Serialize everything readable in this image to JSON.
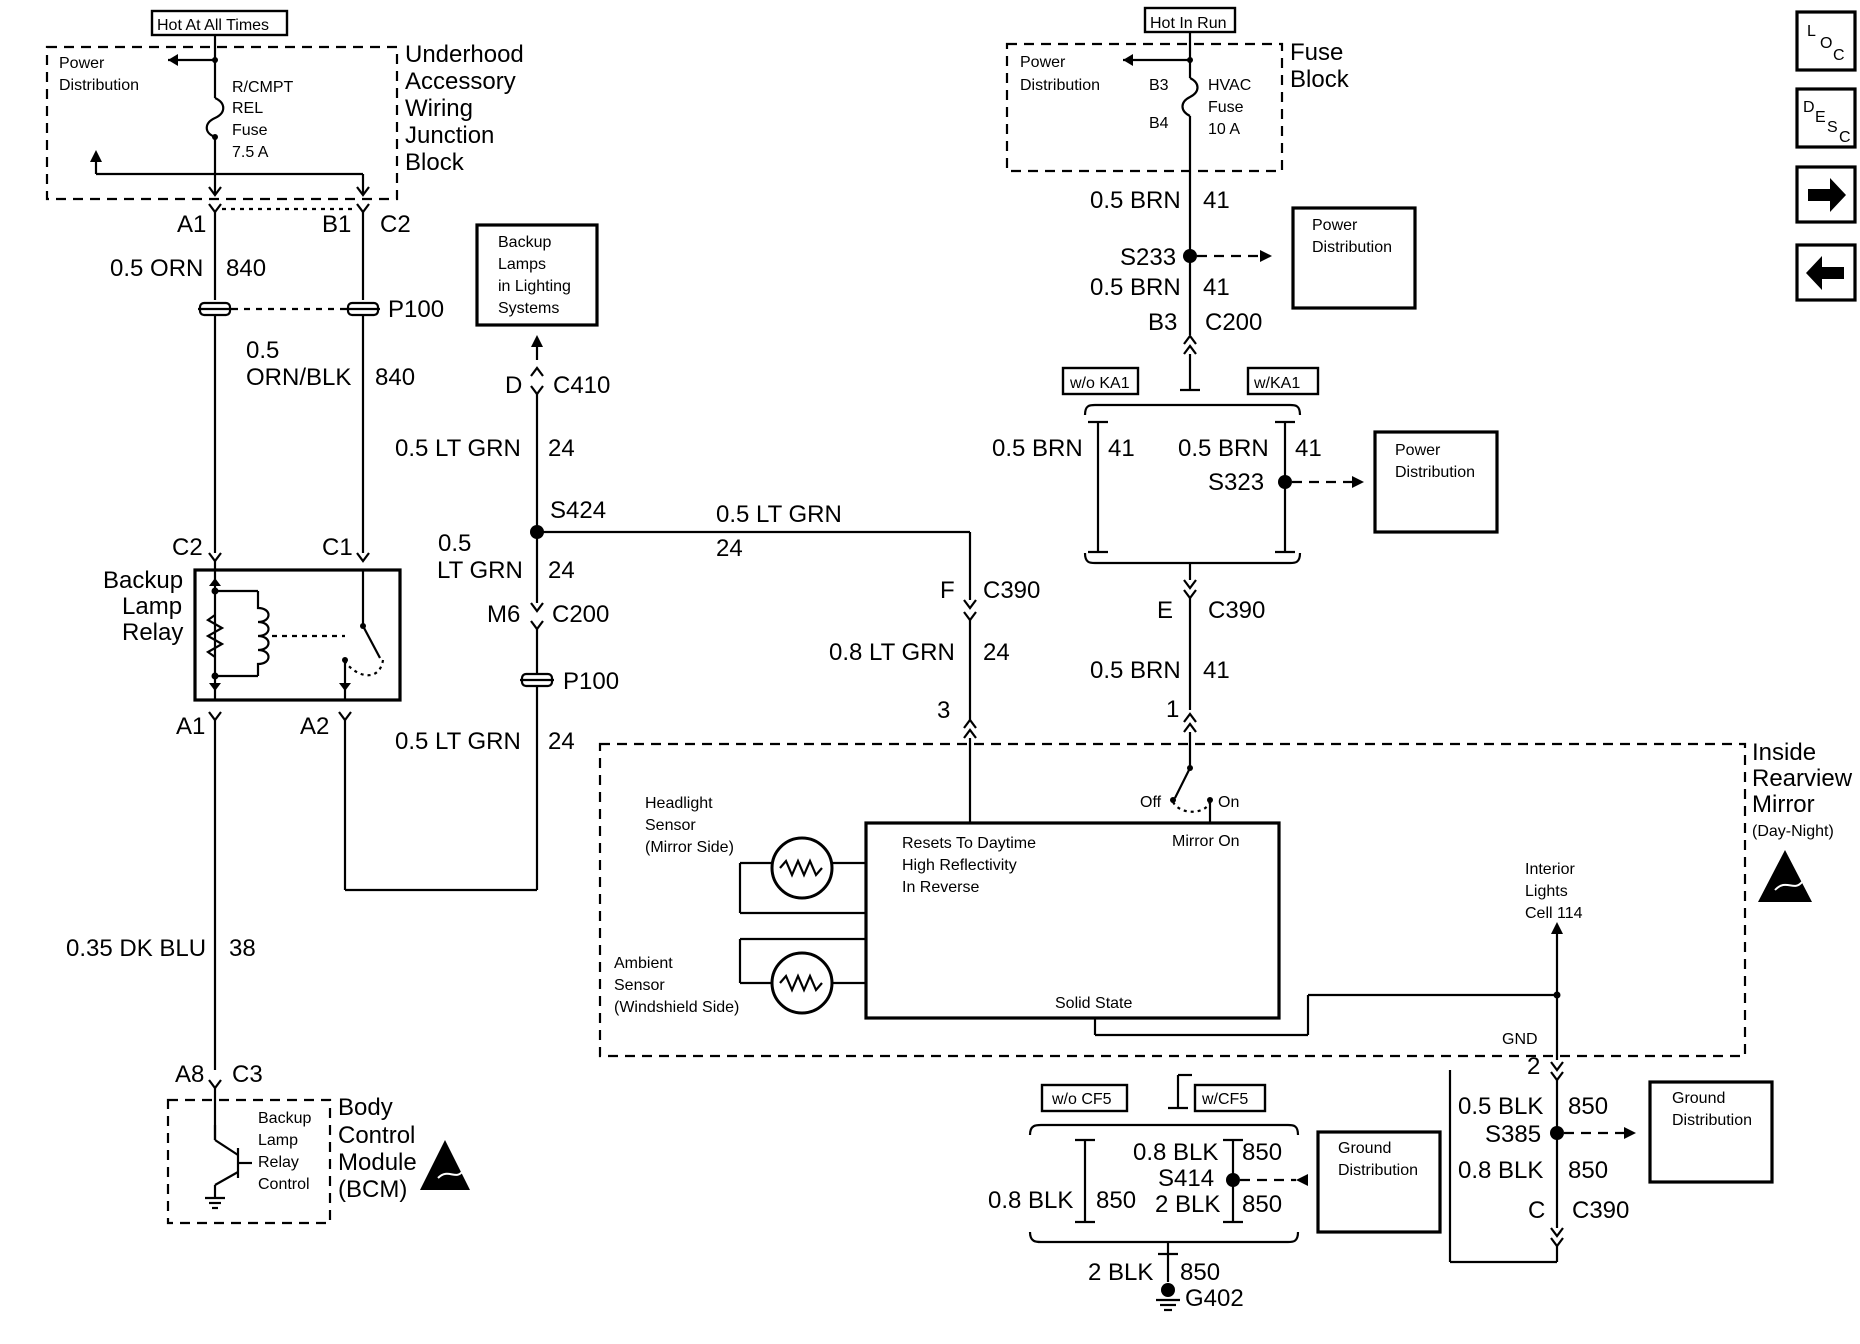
{
  "header": {
    "hot_at_all_times": "Hot At All Times",
    "hot_in_run": "Hot In Run"
  },
  "nav": {
    "loc_l": "L",
    "loc_o": "O",
    "loc_c": "C",
    "desc_d": "D",
    "desc_e": "E",
    "desc_s": "S",
    "desc_c": "C",
    "next_icon": "arrow-right-icon",
    "prev_icon": "arrow-left-icon"
  },
  "underhood": {
    "title_lines": [
      "Underhood",
      "Accessory",
      "Wiring",
      "Junction",
      "Block"
    ],
    "power_distribution": [
      "Power",
      "Distribution"
    ],
    "fuse_lines": [
      "R/CMPT",
      "REL",
      "Fuse",
      "7.5 A"
    ],
    "a1": "A1",
    "b1": "B1",
    "c2": "C2"
  },
  "left_circuit": {
    "orn": "0.5 ORN",
    "orn_num": "840",
    "p100": "P100",
    "orn_blk_1": "0.5",
    "orn_blk_2": "ORN/BLK",
    "orn_blk_num": "840",
    "relay_c2": "C2",
    "relay_c1": "C1",
    "relay_title": [
      "Backup",
      "Lamp",
      "Relay"
    ],
    "relay_a1": "A1",
    "relay_a2": "A2",
    "dk_blu": "0.35 DK BLU",
    "dk_blu_num": "38",
    "a8": "A8",
    "c3": "C3"
  },
  "bcm": {
    "inner_lines": [
      "Backup",
      "Lamp",
      "Relay",
      "Control"
    ],
    "title_lines": [
      "Body",
      "Control",
      "Module",
      "(BCM)"
    ]
  },
  "backup_lamps": {
    "box_lines": [
      "Backup",
      "Lamps",
      "in Lighting",
      "Systems"
    ],
    "d": "D",
    "c410": "C410",
    "lt_grn_1": "0.5 LT GRN",
    "lt_grn_1_num": "24",
    "s424": "S424",
    "lt_grn_2a": "0.5",
    "lt_grn_2b": "LT GRN",
    "lt_grn_2_num": "24",
    "m6": "M6",
    "c200": "C200",
    "p100": "P100",
    "lt_grn_3": "0.5 LT GRN",
    "lt_grn_3_num": "24",
    "lt_grn_h": "0.5 LT GRN",
    "lt_grn_h_num": "24",
    "f": "F",
    "c390": "C390",
    "lt_grn_08": "0.8 LT GRN",
    "lt_grn_08_num": "24",
    "pin3": "3"
  },
  "fuse_block": {
    "title_lines": [
      "Fuse",
      "Block"
    ],
    "power_distribution": [
      "Power",
      "Distribution"
    ],
    "b3": "B3",
    "b4": "B4",
    "fuse_lines": [
      "HVAC",
      "Fuse",
      "10 A"
    ],
    "brn_1": "0.5 BRN",
    "brn_1_num": "41",
    "s233": "S233",
    "pd_box": [
      "Power",
      "Distribution"
    ],
    "brn_2": "0.5 BRN",
    "brn_2_num": "41",
    "b3_conn": "B3",
    "c200": "C200",
    "wo_ka1": "w/o KA1",
    "w_ka1": "w/KA1",
    "brn_3": "0.5 BRN",
    "brn_3_num": "41",
    "brn_4": "0.5 BRN",
    "brn_4_num": "41",
    "s323": "S323",
    "pd_box2": [
      "Power",
      "Distribution"
    ],
    "e": "E",
    "c390": "C390",
    "brn_5": "0.5 BRN",
    "brn_5_num": "41",
    "pin1": "1"
  },
  "mirror": {
    "title_lines": [
      "Inside",
      "Rearview",
      "Mirror",
      "(Day-Night)"
    ],
    "headlight_sensor": [
      "Headlight",
      "Sensor",
      "(Mirror Side)"
    ],
    "ambient_sensor": [
      "Ambient",
      "Sensor",
      "(Windshield Side)"
    ],
    "resets": [
      "Resets To Daytime",
      "High Reflectivity",
      "In Reverse"
    ],
    "mirror_on": "Mirror On",
    "off": "Off",
    "on": "On",
    "solid_state": "Solid State",
    "interior_lights": [
      "Interior",
      "Lights",
      "Cell 114"
    ],
    "gnd": "GND",
    "pin2": "2"
  },
  "ground": {
    "blk_1": "0.5 BLK",
    "blk_1_num": "850",
    "s385": "S385",
    "gd_box": [
      "Ground",
      "Distribution"
    ],
    "blk_2": "0.8 BLK",
    "blk_2_num": "850",
    "c": "C",
    "c390": "C390",
    "wo_cf5": "w/o CF5",
    "w_cf5": "w/CF5",
    "blk_3": "0.8 BLK",
    "blk_3_num": "850",
    "s414": "S414",
    "blk_4": "2 BLK",
    "blk_4_num": "850",
    "blk_5": "0.8 BLK",
    "blk_5_num": "850",
    "gd_box2": [
      "Ground",
      "Distribution"
    ],
    "blk_6": "2 BLK",
    "blk_6_num": "850",
    "g402": "G402"
  }
}
